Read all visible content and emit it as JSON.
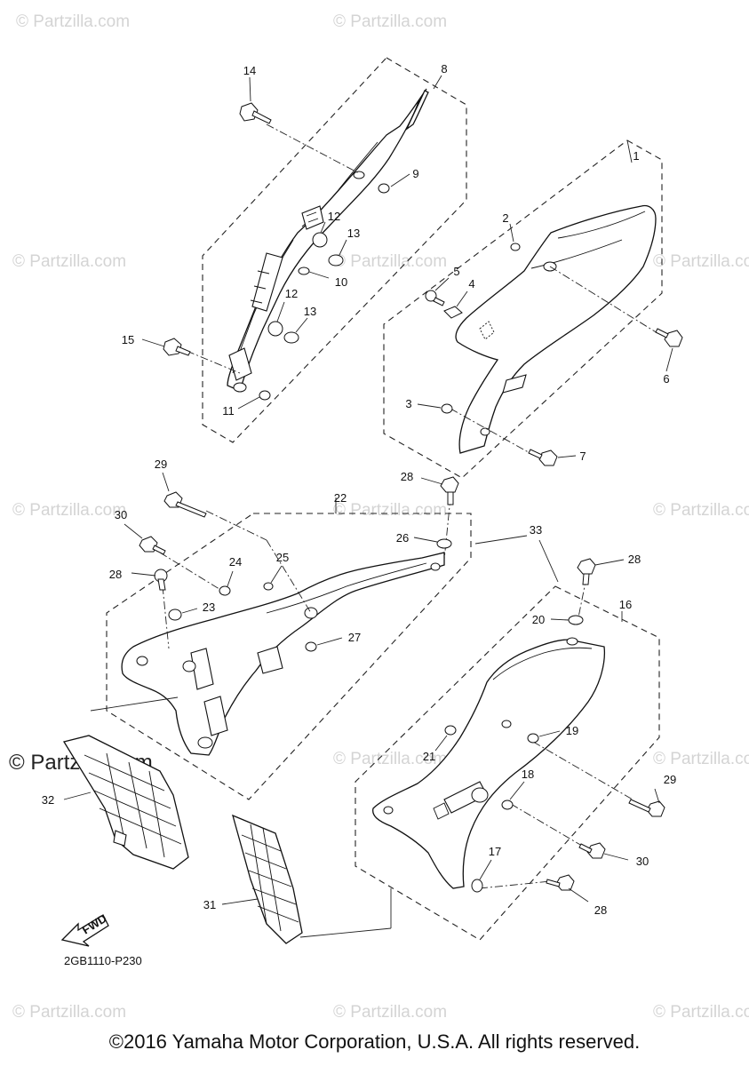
{
  "diagram_code": "2GB1110-P230",
  "copyright": "©2016 Yamaha Motor Corporation, U.S.A. All rights reserved.",
  "watermark": "© Partzilla.com",
  "fwd_label": "FWD",
  "callouts": [
    "1",
    "2",
    "3",
    "4",
    "5",
    "6",
    "7",
    "8",
    "9",
    "10",
    "11",
    "12",
    "13",
    "14",
    "15",
    "16",
    "17",
    "18",
    "19",
    "20",
    "21",
    "22",
    "23",
    "24",
    "25",
    "26",
    "27",
    "28",
    "29",
    "30",
    "31",
    "32",
    "33"
  ]
}
